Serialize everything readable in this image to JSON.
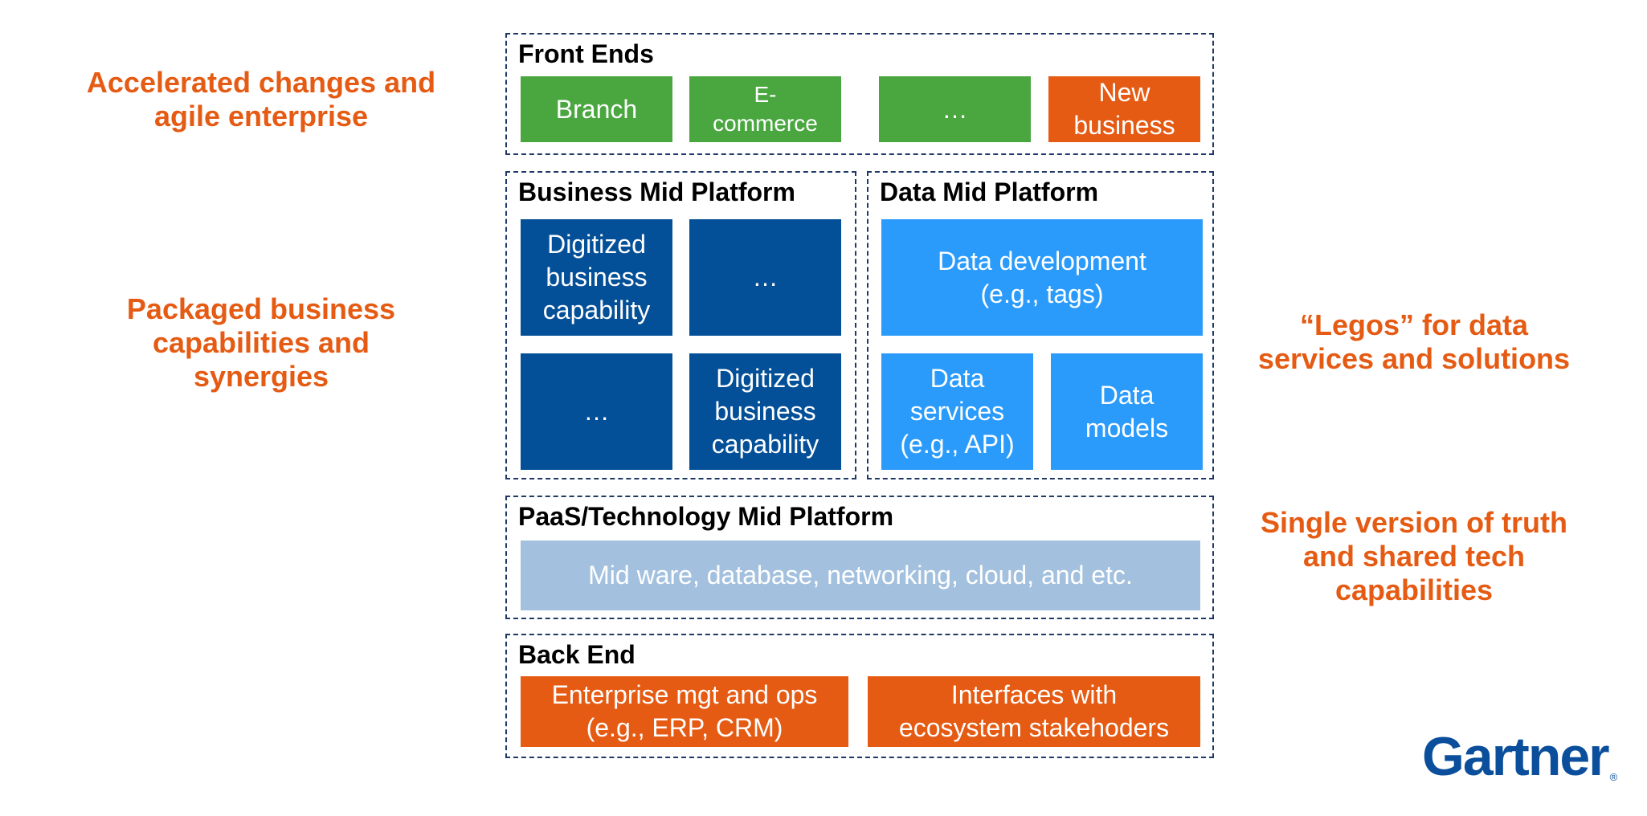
{
  "left_labels": {
    "front": "Accelerated changes and\nagile enterprise",
    "business": "Packaged business\ncapabilities and\nsynergies"
  },
  "right_labels": {
    "data": "“Legos” for data\nservices and solutions",
    "paas": "Single version of truth\nand shared tech\ncapabilities"
  },
  "front_ends": {
    "title": "Front Ends",
    "items": [
      "Branch",
      "E-\ncommerce",
      "…",
      "New\nbusiness"
    ]
  },
  "business_mid": {
    "title": "Business Mid Platform",
    "items": [
      "Digitized\nbusiness\ncapability",
      "…",
      "…",
      "Digitized\nbusiness\ncapability"
    ]
  },
  "data_mid": {
    "title": "Data Mid Platform",
    "development": "Data development\n(e.g., tags)",
    "services": "Data\nservices\n(e.g., API)",
    "models": "Data\nmodels"
  },
  "paas": {
    "title": "PaaS/Technology Mid Platform",
    "content": "Mid ware, database, networking, cloud, and etc."
  },
  "back_end": {
    "title": "Back End",
    "items": [
      "Enterprise mgt and ops\n(e.g., ERP, CRM)",
      "Interfaces with\necosystem stakehoders"
    ]
  },
  "logo": {
    "name": "Gartner",
    "mark": "®"
  },
  "colors": {
    "green": "#4aa740",
    "orange": "#e55b13",
    "navy": "#045098",
    "light_blue": "#2b9bfb",
    "pale_blue": "#a3c1de",
    "border": "#1f3864"
  }
}
